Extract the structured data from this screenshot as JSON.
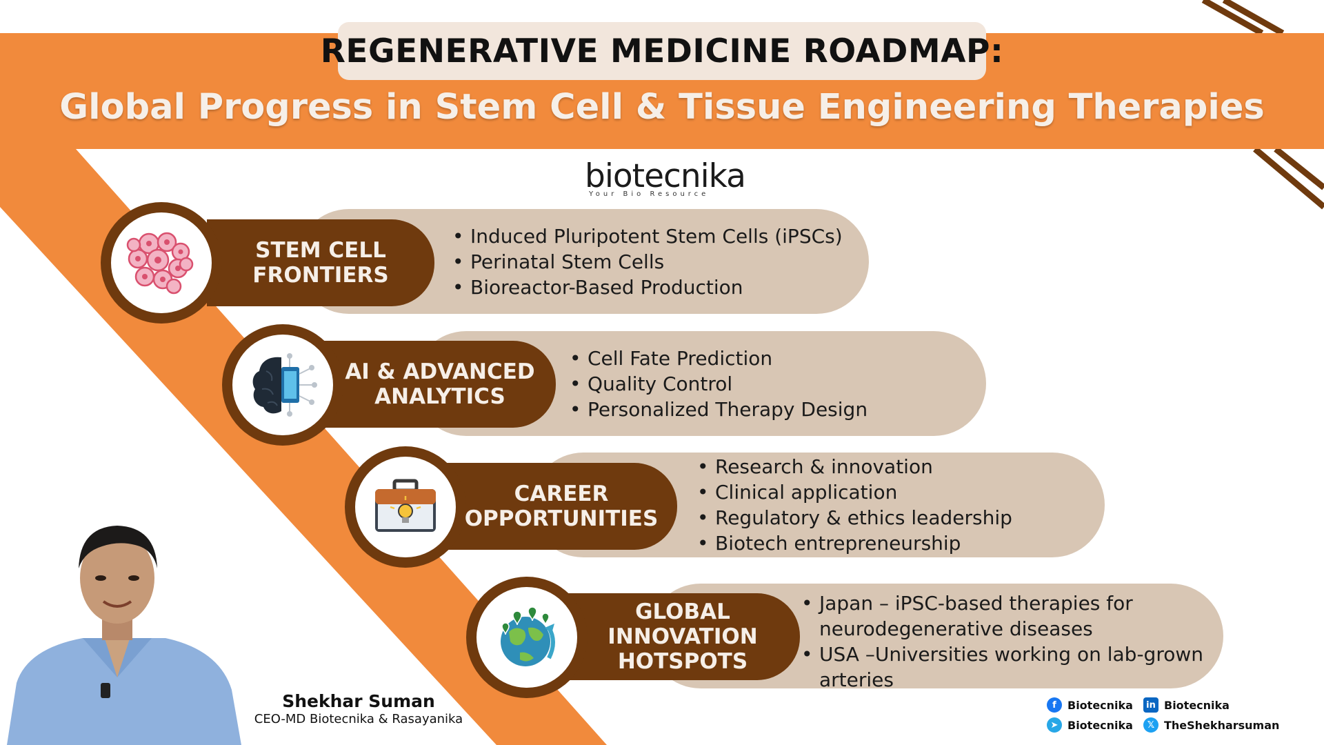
{
  "header": {
    "title": "REGENERATIVE MEDICINE ROADMAP:",
    "subtitle": "Global Progress in Stem Cell & Tissue Engineering Therapies"
  },
  "logo": {
    "wordmark": "biotecnika",
    "tagline": "Your Bio Resource"
  },
  "rows": [
    {
      "label_lines": [
        "STEM CELL",
        "FRONTIERS"
      ],
      "icon": "stem-cells-icon",
      "bullets": [
        "Induced Pluripotent Stem Cells (iPSCs)",
        "Perinatal Stem Cells",
        "Bioreactor-Based Production"
      ]
    },
    {
      "label_lines": [
        "AI & ADVANCED",
        "ANALYTICS"
      ],
      "icon": "ai-brain-chip-icon",
      "bullets": [
        "Cell Fate Prediction",
        "Quality Control",
        "Personalized Therapy Design"
      ]
    },
    {
      "label_lines": [
        "CAREER",
        "OPPORTUNITIES"
      ],
      "icon": "briefcase-lightbulb-icon",
      "bullets": [
        "Research & innovation",
        "Clinical application",
        "Regulatory & ethics leadership",
        "Biotech entrepreneurship"
      ]
    },
    {
      "label_lines": [
        "GLOBAL",
        "INNOVATION",
        "HOTSPOTS"
      ],
      "icon": "globe-pins-icon",
      "bullets": [
        "Japan – iPSC-based therapies for",
        "neurodegenerative diseases",
        " USA –Universities working on lab-grown",
        "arteries"
      ]
    }
  ],
  "person": {
    "name": "Shekhar Suman",
    "role": "CEO-MD Biotecnika & Rasayanika"
  },
  "social": [
    {
      "icon": "facebook-icon",
      "label": "Biotecnika"
    },
    {
      "icon": "linkedin-icon",
      "label": "Biotecnika"
    },
    {
      "icon": "telegram-icon",
      "label": "Biotecnika"
    },
    {
      "icon": "x-icon",
      "label": "TheShekharsuman"
    }
  ],
  "colors": {
    "orange": "#F18A3C",
    "brown": "#6F3A0E",
    "beige": "#D8C6B4",
    "title_box": "#F2E6DC"
  }
}
